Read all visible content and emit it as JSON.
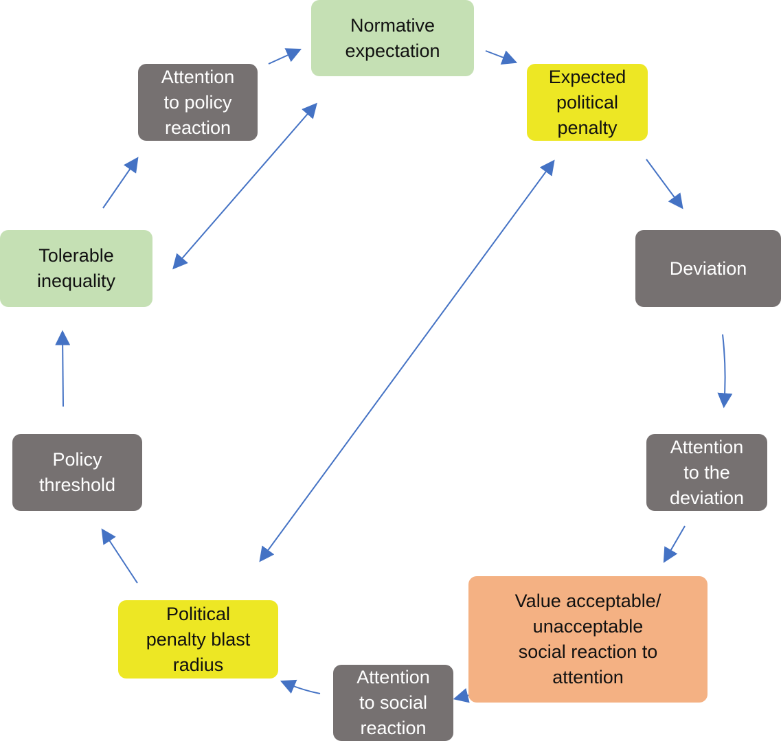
{
  "diagram": {
    "nodes": {
      "normative_expectation": {
        "label": "Normative\nexpectation",
        "color": "#c5e0b4"
      },
      "expected_political_penalty": {
        "label": "Expected\npolitical\npenalty",
        "color": "#ede724"
      },
      "deviation": {
        "label": "Deviation",
        "color": "#767171"
      },
      "attention_to_deviation": {
        "label": "Attention\nto the\ndeviation",
        "color": "#767171"
      },
      "value_acceptable": {
        "label": "Value acceptable/\nunacceptable\nsocial reaction to\nattention",
        "color": "#f4b183"
      },
      "attention_to_social_reaction": {
        "label": "Attention\nto social\nreaction",
        "color": "#767171"
      },
      "political_penalty_blast_radius": {
        "label": "Political\npenalty blast\nradius",
        "color": "#ede724"
      },
      "policy_threshold": {
        "label": "Policy\nthreshold",
        "color": "#767171"
      },
      "tolerable_inequality": {
        "label": "Tolerable\ninequality",
        "color": "#c5e0b4"
      },
      "attention_to_policy_reaction": {
        "label": "Attention\nto policy\nreaction",
        "color": "#767171"
      }
    },
    "edges": [
      {
        "from": "attention_to_policy_reaction",
        "to": "normative_expectation",
        "type": "single"
      },
      {
        "from": "normative_expectation",
        "to": "expected_political_penalty",
        "type": "single"
      },
      {
        "from": "expected_political_penalty",
        "to": "deviation",
        "type": "single"
      },
      {
        "from": "deviation",
        "to": "attention_to_deviation",
        "type": "single"
      },
      {
        "from": "attention_to_deviation",
        "to": "value_acceptable",
        "type": "single"
      },
      {
        "from": "value_acceptable",
        "to": "attention_to_social_reaction",
        "type": "single"
      },
      {
        "from": "attention_to_social_reaction",
        "to": "political_penalty_blast_radius",
        "type": "single"
      },
      {
        "from": "political_penalty_blast_radius",
        "to": "policy_threshold",
        "type": "single"
      },
      {
        "from": "policy_threshold",
        "to": "tolerable_inequality",
        "type": "single"
      },
      {
        "from": "tolerable_inequality",
        "to": "attention_to_policy_reaction",
        "type": "single"
      },
      {
        "from": "tolerable_inequality",
        "to": "normative_expectation",
        "type": "double"
      },
      {
        "from": "political_penalty_blast_radius",
        "to": "expected_political_penalty",
        "type": "double"
      }
    ],
    "arrow_color": "#4472c4"
  }
}
